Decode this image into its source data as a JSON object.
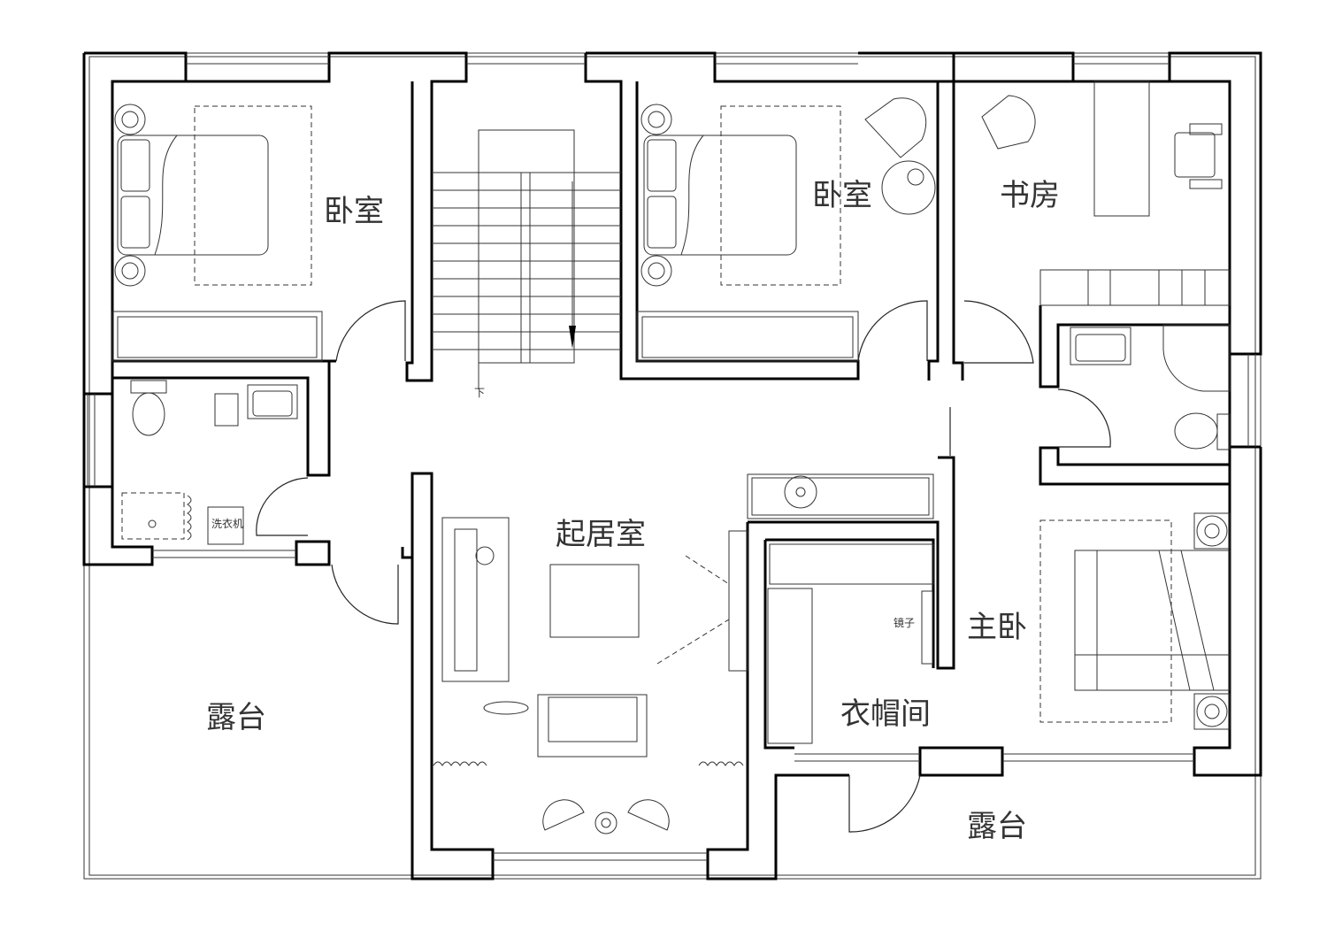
{
  "labels": {
    "bedroom_left": "卧室",
    "bedroom_mid": "卧室",
    "study": "书房",
    "living": "起居室",
    "terrace_left": "露台",
    "cloakroom": "衣帽间",
    "master_bedroom": "主卧",
    "terrace_right": "露台",
    "mirror": "镜子",
    "washer": "洗衣机",
    "stair_down": "下"
  }
}
